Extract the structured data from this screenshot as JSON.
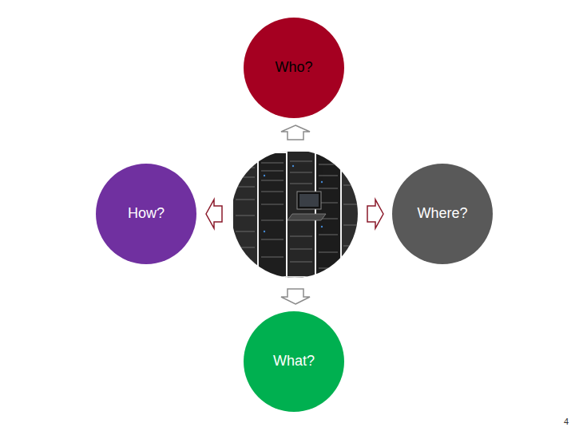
{
  "diagram": {
    "nodes": [
      {
        "text": [
          "Who?"
        ]
      },
      {
        "text": [
          "How?"
        ]
      },
      {
        "text": [
          "Where?"
        ]
      },
      {
        "text": [
          "What?"
        ]
      }
    ],
    "labels": [
      "4"
    ]
  }
}
